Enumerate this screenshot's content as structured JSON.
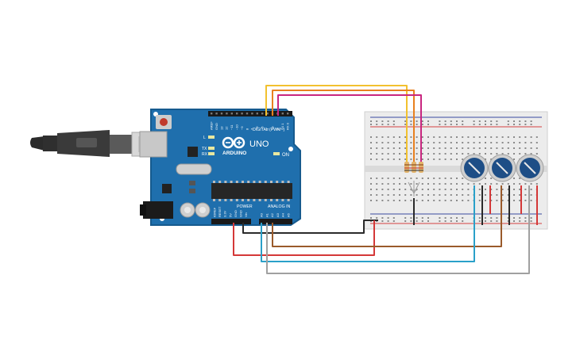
{
  "arduino": {
    "brand": "ARDUINO",
    "model": "UNO",
    "digital_header": "DIGITAL (PWM~)",
    "power_header": "POWER",
    "analog_header": "ANALOG IN",
    "on_label": "ON",
    "tx_label": "TX",
    "rx_label": "RX",
    "l_label": "L",
    "digital_pins": [
      "AREF",
      "GND",
      "13",
      "12",
      "~11",
      "~10",
      "~9",
      "8",
      "7",
      "~6",
      "~5",
      "4",
      "~3",
      "2",
      "TX 1",
      "RX 0"
    ],
    "power_pins": [
      "IOREF",
      "RESET",
      "3.3V",
      "5V",
      "GND",
      "GND",
      "Vin"
    ],
    "analog_pins": [
      "A0",
      "A1",
      "A2",
      "A3",
      "A4",
      "A5"
    ]
  },
  "components": {
    "usb_cable": "usb-cable",
    "breadboard": "half-breadboard",
    "potentiometers": 3,
    "resistors": 3,
    "led": "rgb-led"
  },
  "colors": {
    "board": "#1f6fad",
    "board_edge": "#165a8e",
    "wire_yellow": "#f2c12e",
    "wire_orange": "#e8801f",
    "wire_magenta": "#c8267f",
    "wire_black": "#2a2a2a",
    "wire_red": "#d43838",
    "wire_brown": "#9a5a2b",
    "wire_blue": "#2aa0c9",
    "wire_gray": "#a0a0a0",
    "pot_knob": "#1e4e86"
  }
}
